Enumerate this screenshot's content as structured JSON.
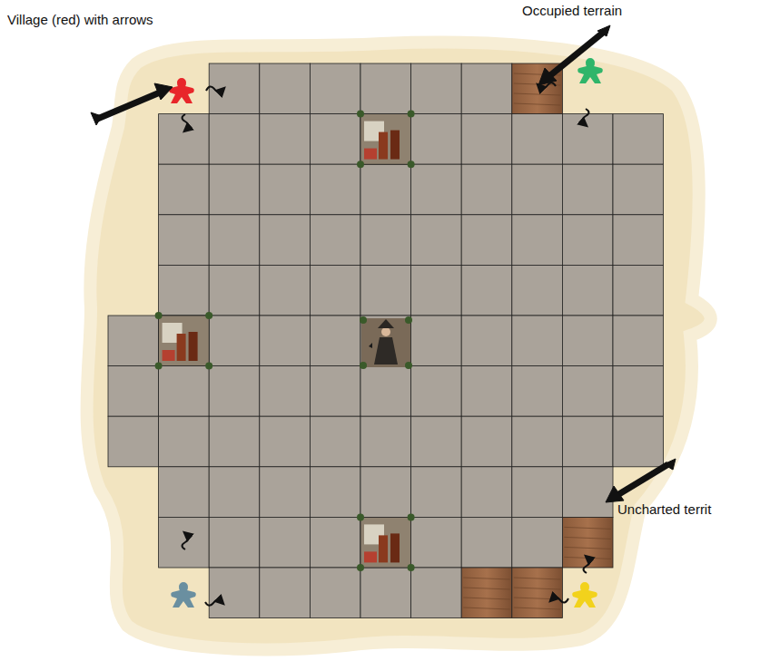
{
  "diagram": {
    "labels": [
      "Village (red) with arrows",
      "Occupied terrain",
      "Uncharted territ"
    ]
  }
}
